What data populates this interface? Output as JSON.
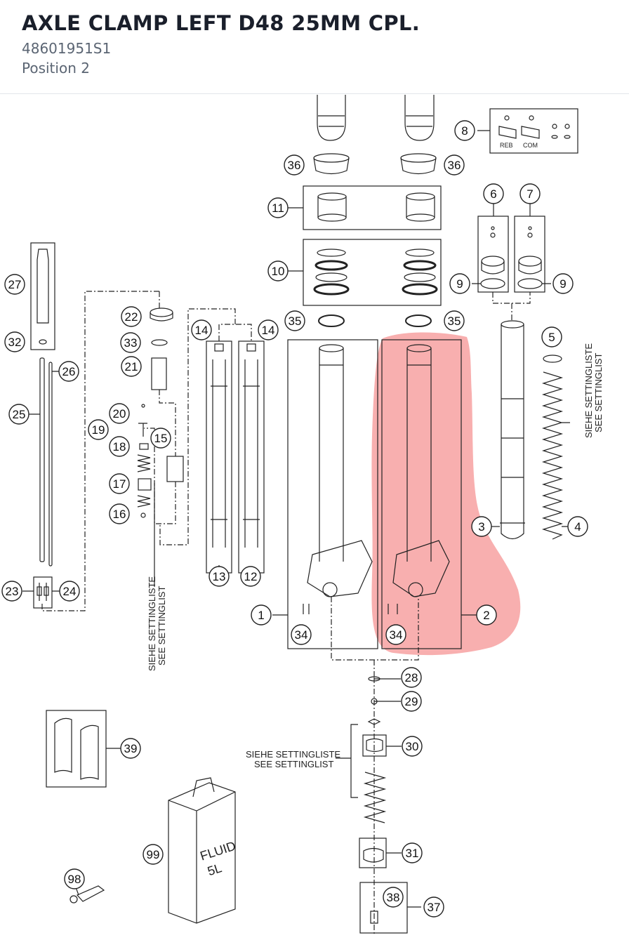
{
  "header": {
    "title": "AXLE CLAMP LEFT D48 25MM CPL.",
    "part_number": "48601951S1",
    "position": "Position 2"
  },
  "colors": {
    "highlight": "#f26d6d",
    "line": "#222222",
    "title": "#1a1f2b",
    "subtitle": "#5b6573"
  },
  "highlighted_position": "2",
  "callouts": [
    "1",
    "2",
    "3",
    "4",
    "5",
    "6",
    "7",
    "8",
    "9",
    "9",
    "10",
    "11",
    "12",
    "13",
    "14",
    "14",
    "15",
    "16",
    "17",
    "18",
    "19",
    "20",
    "21",
    "22",
    "23",
    "24",
    "25",
    "26",
    "27",
    "28",
    "29",
    "30",
    "31",
    "32",
    "33",
    "34",
    "34",
    "35",
    "35",
    "36",
    "36",
    "37",
    "38",
    "39",
    "98",
    "99"
  ],
  "notes": {
    "setting_de": "SIEHE SETTINGLISTE",
    "setting_en": "SEE SETTINGLIST"
  },
  "labels": {
    "reb": "REB",
    "com": "COM",
    "fluid_1": "FLUID",
    "fluid_2": "5L"
  }
}
